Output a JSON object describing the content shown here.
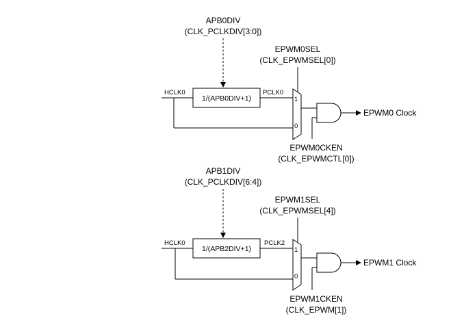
{
  "diagrams": [
    {
      "divider_label": "APB0DIV",
      "divider_register": "(CLK_PCLKDIV[3:0])",
      "input_clock": "HCLK0",
      "divider_formula": "1/(APB0DIV+1)",
      "divided_clock": "PCLK0",
      "mux_select_label": "EPWM0SEL",
      "mux_select_register": "(CLK_EPWMSEL[0])",
      "mux_input_1": "1",
      "mux_input_0": "0",
      "enable_label": "EPWM0CKEN",
      "enable_register": "(CLK_EPWMCTL[0])",
      "output_label": "EPWM0 Clock"
    },
    {
      "divider_label": "APB1DIV",
      "divider_register": "(CLK_PCLKDIV[6:4])",
      "input_clock": "HCLK0",
      "divider_formula": "1/(APB2DIV+1)",
      "divided_clock": "PCLK2",
      "mux_select_label": "EPWM1SEL",
      "mux_select_register": "(CLK_EPWMSEL[4])",
      "mux_input_1": "1",
      "mux_input_0": "0",
      "enable_label": "EPWM1CKEN",
      "enable_register": "(CLK_EPWM[1])",
      "output_label": "EPWM1 Clock"
    }
  ]
}
